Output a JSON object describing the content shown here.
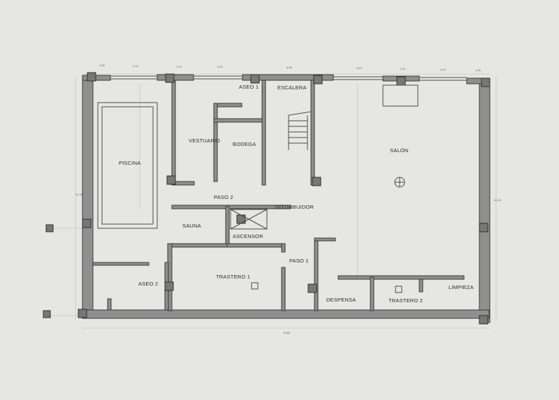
{
  "rooms": {
    "piscina": "PISCINA",
    "vestuario": "VESTUARIO",
    "aseo1": "ASEO 1",
    "bodega": "BODEGA",
    "escalera": "ESCALERA",
    "salon": "SALÓN",
    "paso2": "PASO 2",
    "distribuidor": "DISTRIBUIDOR",
    "sauna": "SAUNA",
    "ascensor": "ASCENSOR",
    "paso1": "PASO 1",
    "trastero1": "TRASTERO 1",
    "aseo2": "ASEO 2",
    "despensa": "DESPENSA",
    "trastero2": "TRASTERO 2",
    "limpieza": "LIMPIEZA"
  },
  "dimensions": {
    "top": [
      "1,05",
      "2,10",
      "1,75",
      "2,10",
      "4,35",
      "2,10",
      "1,75",
      "2,10",
      "1,05"
    ],
    "overall_width": "15,60",
    "overall_height": "11,15"
  },
  "colors": {
    "paper": "#e6e6e4",
    "wall_fill": "#8f8f8f",
    "line": "#3a3a3a"
  }
}
